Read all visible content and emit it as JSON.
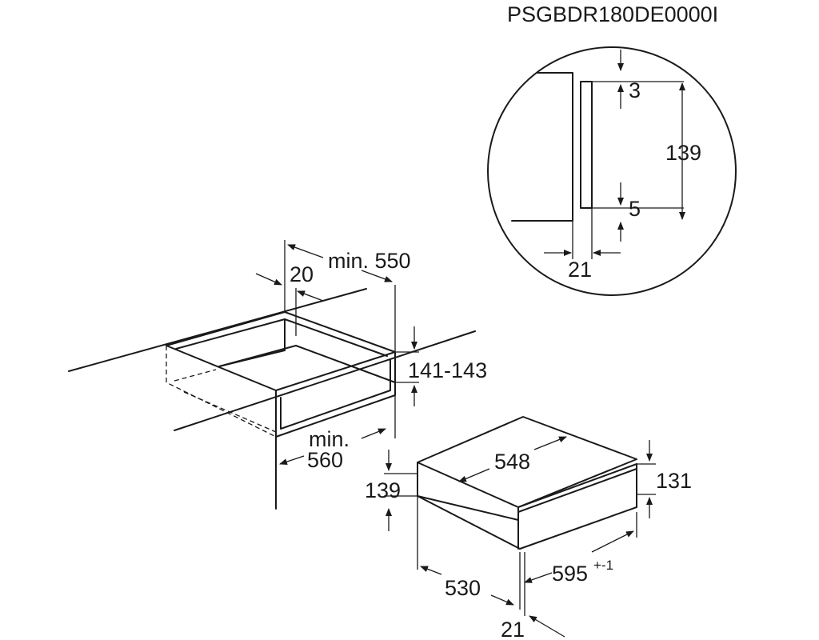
{
  "product_code": "PSGBDR180DE0000I",
  "niche": {
    "depth_label": "min. 550",
    "recess_label": "20",
    "height_label": "141-143",
    "width_label_1": "min.",
    "width_label_2": "560"
  },
  "appliance": {
    "height_label": "139",
    "depth_label": "548",
    "front_height_label": "131",
    "width_label": "595",
    "width_tolerance": "+-1",
    "body_depth_label": "530",
    "front_thickness_label": "21"
  },
  "detail": {
    "top_gap_label": "3",
    "total_height_label": "139",
    "bottom_gap_label": "5",
    "front_thickness_label": "21"
  }
}
